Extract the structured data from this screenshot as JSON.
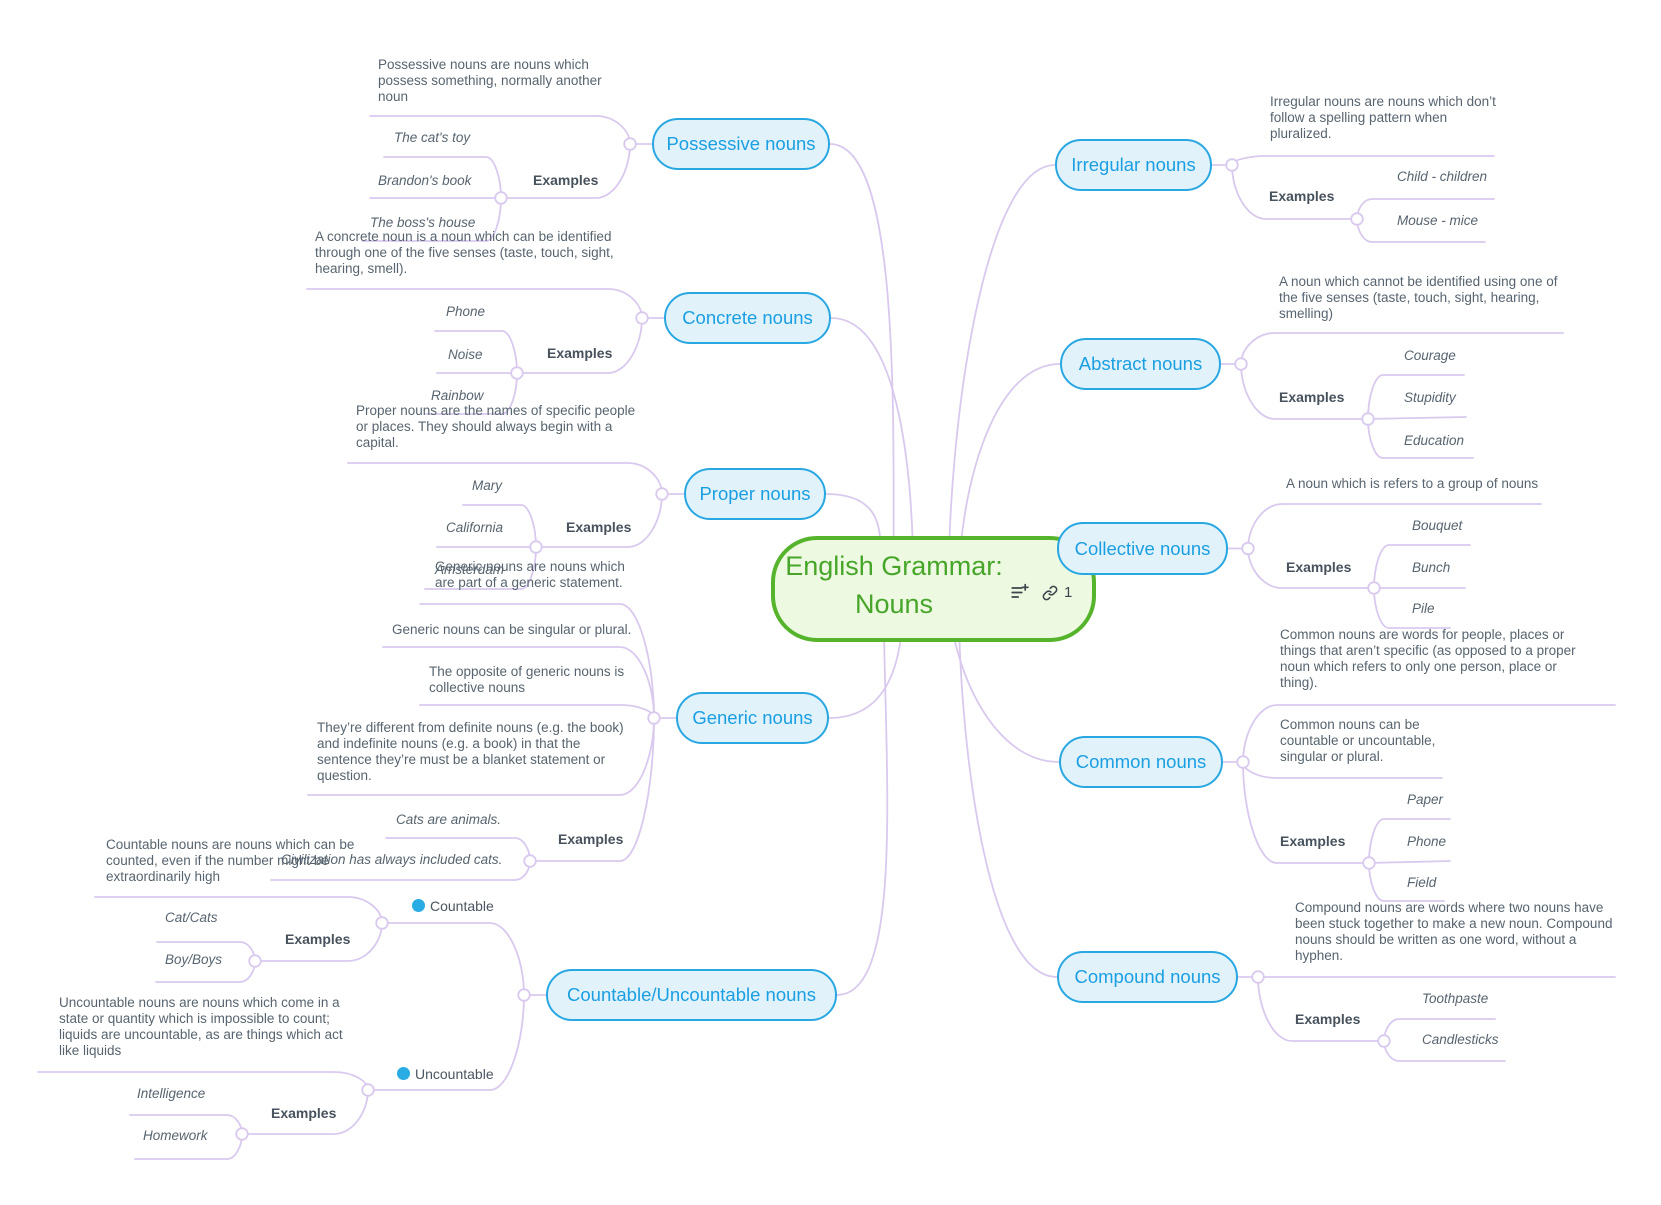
{
  "colors": {
    "topic_fill": "#e1f2fb",
    "topic_border": "#29a7e1",
    "topic_text": "#1a9fe2",
    "central_fill": "#edf9e1",
    "central_border": "#55b42c",
    "central_text": "#47a62a",
    "branch_line": "#d9c9ee",
    "note_text": "#57646f",
    "bullet": "#29abe3"
  },
  "root": {
    "title": "English Grammar:\nNouns",
    "link_count": "1"
  },
  "branches": [
    {
      "label": "Possessive nouns",
      "notes": [
        "Possessive nouns are nouns which\npossess something, normally another\nnoun"
      ],
      "examples_label": "Examples",
      "examples": [
        "The cat's toy",
        "Brandon's book",
        "The boss's house"
      ]
    },
    {
      "label": "Concrete nouns",
      "notes": [
        "A concrete noun is a noun which can be identified\nthrough one of the five senses (taste, touch, sight,\nhearing, smell)."
      ],
      "examples_label": "Examples",
      "examples": [
        "Phone",
        "Noise",
        "Rainbow"
      ]
    },
    {
      "label": "Proper nouns",
      "notes": [
        "Proper nouns are the names of specific people\nor places. They should always begin with a\ncapital."
      ],
      "examples_label": "Examples",
      "examples": [
        "Mary",
        "California",
        "Amsterdam"
      ]
    },
    {
      "label": "Generic nouns",
      "notes": [
        "Generic nouns are nouns which\nare part of a generic statement.",
        "Generic nouns can be singular or plural.",
        "The opposite of generic nouns is\ncollective nouns",
        "They’re different from definite nouns (e.g. the book)\nand indefinite nouns (e.g. a book) in that the\nsentence they’re must be a blanket statement or\nquestion."
      ],
      "examples_label": "Examples",
      "examples": [
        "Cats are animals.",
        "Civilization has always included cats."
      ]
    },
    {
      "label": "Countable/Uncountable nouns",
      "children": [
        {
          "label": "Countable",
          "notes": [
            "Countable nouns are nouns which can be\ncounted, even if the number might be\nextraordinarily high"
          ],
          "examples_label": "Examples",
          "examples": [
            "Cat/Cats",
            "Boy/Boys"
          ]
        },
        {
          "label": "Uncountable",
          "notes": [
            "Uncountable nouns are nouns which come in a\nstate or quantity which is impossible to count;\nliquids are uncountable, as are things which act\nlike liquids"
          ],
          "examples_label": "Examples",
          "examples": [
            "Intelligence",
            "Homework"
          ]
        }
      ]
    },
    {
      "label": "Irregular nouns",
      "notes": [
        "Irregular nouns are nouns which don’t\nfollow a spelling pattern when\npluralized."
      ],
      "examples_label": "Examples",
      "examples": [
        "Child - children",
        "Mouse - mice"
      ]
    },
    {
      "label": "Abstract nouns",
      "notes": [
        "A noun which cannot be identified using one of\nthe five senses (taste, touch, sight, hearing,\nsmelling)"
      ],
      "examples_label": "Examples",
      "examples": [
        "Courage",
        "Stupidity",
        "Education"
      ]
    },
    {
      "label": "Collective nouns",
      "notes": [
        "A noun which is refers to a group of nouns"
      ],
      "examples_label": "Examples",
      "examples": [
        "Bouquet",
        "Bunch",
        "Pile"
      ]
    },
    {
      "label": "Common nouns",
      "notes": [
        "Common nouns are words for people, places or\nthings that aren’t specific (as opposed to a proper\nnoun which refers to only one person, place or\nthing).",
        "Common nouns can be\ncountable or uncountable,\nsingular or plural."
      ],
      "examples_label": "Examples",
      "examples": [
        "Paper",
        "Phone",
        "Field"
      ]
    },
    {
      "label": "Compound nouns",
      "notes": [
        "Compound nouns are words where two nouns have\nbeen stuck together to make a new noun. Compound\nnouns should be written as one word, without a\nhyphen."
      ],
      "examples_label": "Examples",
      "examples": [
        "Toothpaste",
        "Candlesticks"
      ]
    }
  ]
}
